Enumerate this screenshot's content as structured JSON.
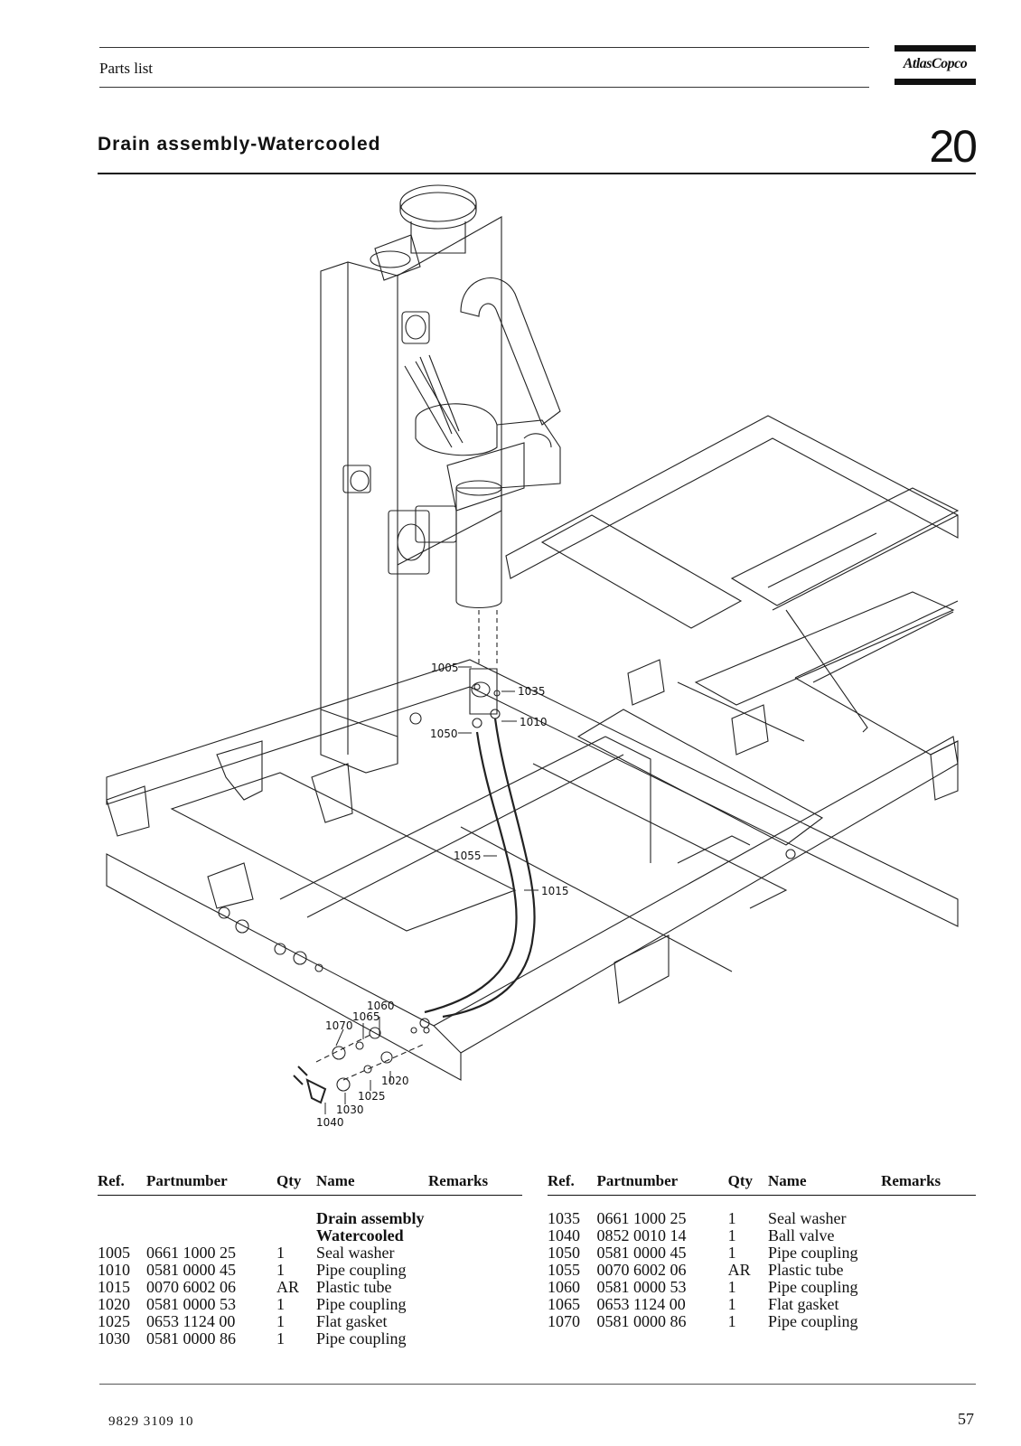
{
  "header": {
    "label": "Parts list",
    "brand": "AtlasCopco"
  },
  "title": "Drain assembly-Watercooled",
  "section_number": "20",
  "drawing": {
    "callouts": [
      "1005",
      "1035",
      "1010",
      "1050",
      "1055",
      "1015",
      "1060",
      "1065",
      "1070",
      "1020",
      "1025",
      "1030",
      "1040"
    ]
  },
  "table": {
    "columns": [
      "Ref.",
      "Partnumber",
      "Qty",
      "Name",
      "Remarks"
    ],
    "heading_lines": [
      "Drain assembly",
      "Watercooled"
    ],
    "left_rows": [
      {
        "ref": "1005",
        "pn": "0661 1000 25",
        "qty": "1",
        "name": "Seal washer",
        "remarks": ""
      },
      {
        "ref": "1010",
        "pn": "0581 0000 45",
        "qty": "1",
        "name": "Pipe coupling",
        "remarks": ""
      },
      {
        "ref": "1015",
        "pn": "0070 6002 06",
        "qty": "AR",
        "name": "Plastic tube",
        "remarks": ""
      },
      {
        "ref": "1020",
        "pn": "0581 0000 53",
        "qty": "1",
        "name": "Pipe coupling",
        "remarks": ""
      },
      {
        "ref": "1025",
        "pn": "0653 1124 00",
        "qty": "1",
        "name": "Flat gasket",
        "remarks": ""
      },
      {
        "ref": "1030",
        "pn": "0581 0000 86",
        "qty": "1",
        "name": "Pipe coupling",
        "remarks": ""
      }
    ],
    "right_rows": [
      {
        "ref": "1035",
        "pn": "0661 1000 25",
        "qty": "1",
        "name": "Seal washer",
        "remarks": ""
      },
      {
        "ref": "1040",
        "pn": "0852 0010 14",
        "qty": "1",
        "name": "Ball valve",
        "remarks": ""
      },
      {
        "ref": "1050",
        "pn": "0581 0000 45",
        "qty": "1",
        "name": "Pipe coupling",
        "remarks": ""
      },
      {
        "ref": "1055",
        "pn": "0070 6002 06",
        "qty": "AR",
        "name": "Plastic tube",
        "remarks": ""
      },
      {
        "ref": "1060",
        "pn": "0581 0000 53",
        "qty": "1",
        "name": "Pipe coupling",
        "remarks": ""
      },
      {
        "ref": "1065",
        "pn": "0653 1124 00",
        "qty": "1",
        "name": "Flat gasket",
        "remarks": ""
      },
      {
        "ref": "1070",
        "pn": "0581 0000 86",
        "qty": "1",
        "name": "Pipe coupling",
        "remarks": ""
      }
    ]
  },
  "footer": {
    "doc_number": "9829 3109 10",
    "page": "57"
  }
}
